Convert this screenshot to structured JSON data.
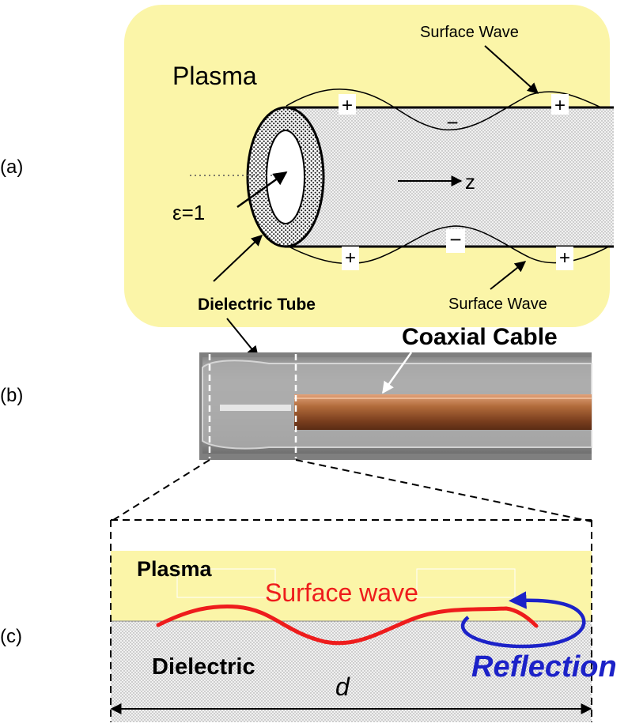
{
  "panel_a": {
    "tag": "(a)",
    "plasma_label": "Plasma",
    "surface_wave_top": "Surface Wave",
    "surface_wave_bottom": "Surface Wave",
    "epsilon_label": "ε=1",
    "z_label": "z",
    "dielectric_tube_label": "Dielectric Tube",
    "charge_plus": "+",
    "charge_minus": "−"
  },
  "panel_b": {
    "tag": "(b)",
    "coaxial_label": "Coaxial Cable"
  },
  "panel_c": {
    "tag": "(c)",
    "plasma_label": "Plasma",
    "surface_wave_label": "Surface wave",
    "dielectric_label": "Dielectric",
    "reflection_label": "Reflection",
    "length_label": "d"
  },
  "colors": {
    "plasma_fill": "#fbf5a8",
    "wave_red": "#ee1c1c",
    "reflection_blue": "#1c22c8",
    "copper": "#b06a3a",
    "stipple": "#c9c9c9"
  }
}
